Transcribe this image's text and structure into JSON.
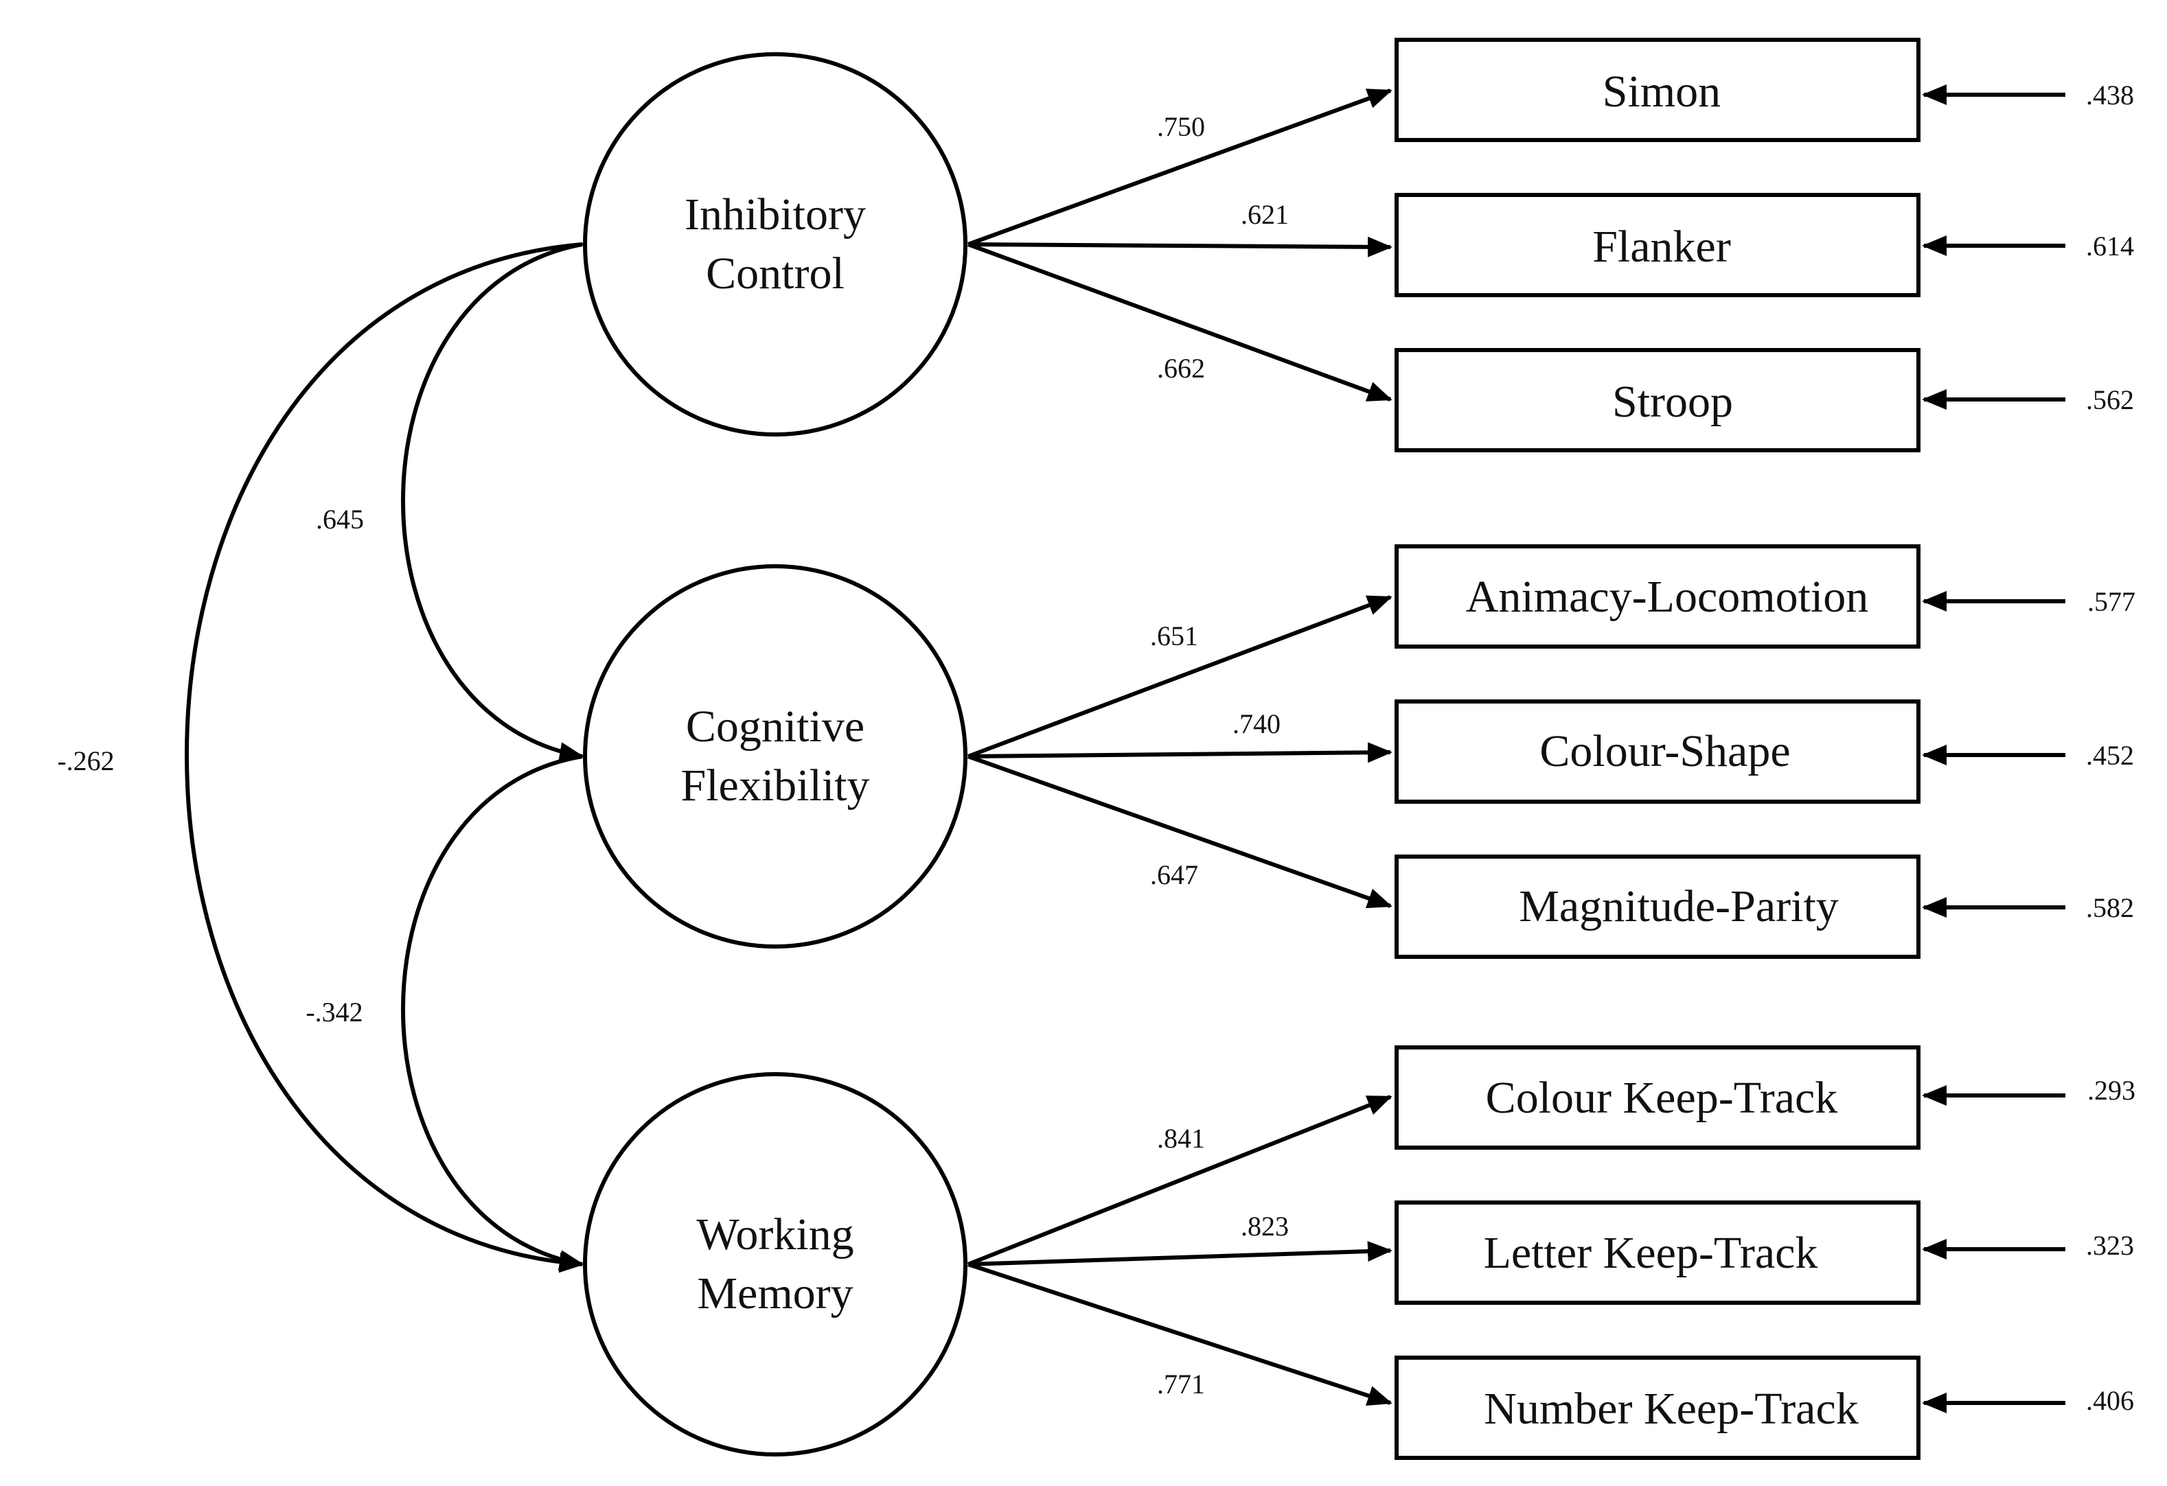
{
  "latents": [
    {
      "id": "IC",
      "lines": [
        "Inhibitory",
        "Control"
      ]
    },
    {
      "id": "CF",
      "lines": [
        "Cognitive",
        "Flexibility"
      ]
    },
    {
      "id": "WM",
      "lines": [
        "Working",
        "Memory"
      ]
    }
  ],
  "indicators": [
    {
      "id": "simon",
      "label": "Simon",
      "factor": "IC",
      "loading": ".750",
      "error": ".438"
    },
    {
      "id": "flanker",
      "label": "Flanker",
      "factor": "IC",
      "loading": ".621",
      "error": ".614"
    },
    {
      "id": "stroop",
      "label": "Stroop",
      "factor": "IC",
      "loading": ".662",
      "error": ".562"
    },
    {
      "id": "animacy",
      "label": "Animacy-Locomotion",
      "factor": "CF",
      "loading": ".651",
      "error": ".577"
    },
    {
      "id": "colourshape",
      "label": "Colour-Shape",
      "factor": "CF",
      "loading": ".740",
      "error": ".452"
    },
    {
      "id": "magnitude",
      "label": "Magnitude-Parity",
      "factor": "CF",
      "loading": ".647",
      "error": ".582"
    },
    {
      "id": "colourkt",
      "label": "Colour Keep-Track",
      "factor": "WM",
      "loading": ".841",
      "error": ".293"
    },
    {
      "id": "letterkt",
      "label": "Letter Keep-Track",
      "factor": "WM",
      "loading": ".823",
      "error": ".323"
    },
    {
      "id": "numberkt",
      "label": "Number Keep-Track",
      "factor": "WM",
      "loading": ".771",
      "error": ".406"
    }
  ],
  "correlations": [
    {
      "from": "IC",
      "to": "CF",
      "value": ".645"
    },
    {
      "from": "CF",
      "to": "WM",
      "value": "-.342"
    },
    {
      "from": "IC",
      "to": "WM",
      "value": "-.262"
    }
  ]
}
